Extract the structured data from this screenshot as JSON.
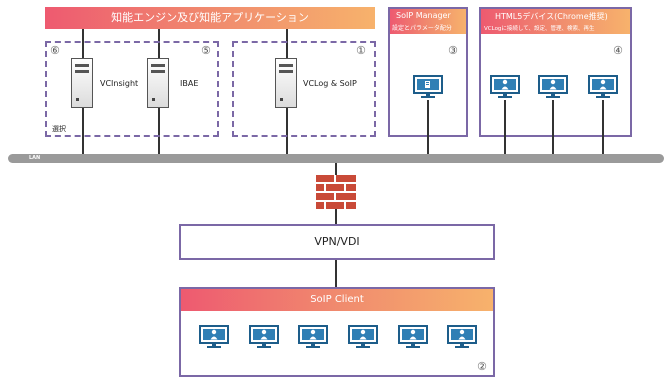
{
  "top_banner": "知能エンジン及び知能アプリケーション",
  "servers": {
    "vcinsight": "VCInsight",
    "ibae": "IBAE",
    "vclog_soip": "VCLog & SoIP",
    "selection": "選択"
  },
  "soip_manager": {
    "title": "SoIP Manager",
    "subtitle": "設定とパラメータ配分"
  },
  "html5": {
    "title": "HTML5デバイス(Chrome推奨)",
    "subtitle": "VCLogに接続して、設定、管理、検索、再生"
  },
  "circled_numbers": {
    "n1": "①",
    "n2": "②",
    "n3": "③",
    "n4": "④",
    "n5": "⑤",
    "n6": "⑥"
  },
  "lan_label": "LAN",
  "vpn_label": "VPN/VDI",
  "soip_client": "SoIP Client",
  "colors": {
    "accent_purple": "#7b68a6",
    "gradient_start": "#ee5a70",
    "gradient_end": "#f7b26c",
    "firewall": "#c94a38",
    "monitor_blue": "#2f7fb5"
  }
}
